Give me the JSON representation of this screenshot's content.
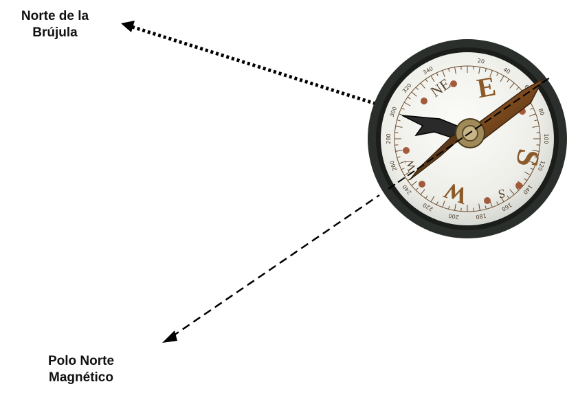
{
  "labels": {
    "compass_north": {
      "line1": "Norte de la",
      "line2": "Brújula"
    },
    "magnetic_north": {
      "line1": "Polo Norte",
      "line2": "Magnético"
    }
  },
  "compass": {
    "cardinal_letters": [
      "E",
      "S",
      "W",
      "NE",
      "W",
      "S"
    ],
    "degree_ticks": [
      "20",
      "40",
      "60",
      "80",
      "100",
      "120",
      "140",
      "160",
      "180",
      "200",
      "220",
      "240",
      "260",
      "280",
      "300",
      "320",
      "340"
    ]
  },
  "colors": {
    "compass_north_arrow": "#000000",
    "magnetic_north_arrow": "#000000",
    "bezel": "#2a2e2a",
    "dial": "#f2f2ee",
    "markings": "#7a4d22"
  }
}
